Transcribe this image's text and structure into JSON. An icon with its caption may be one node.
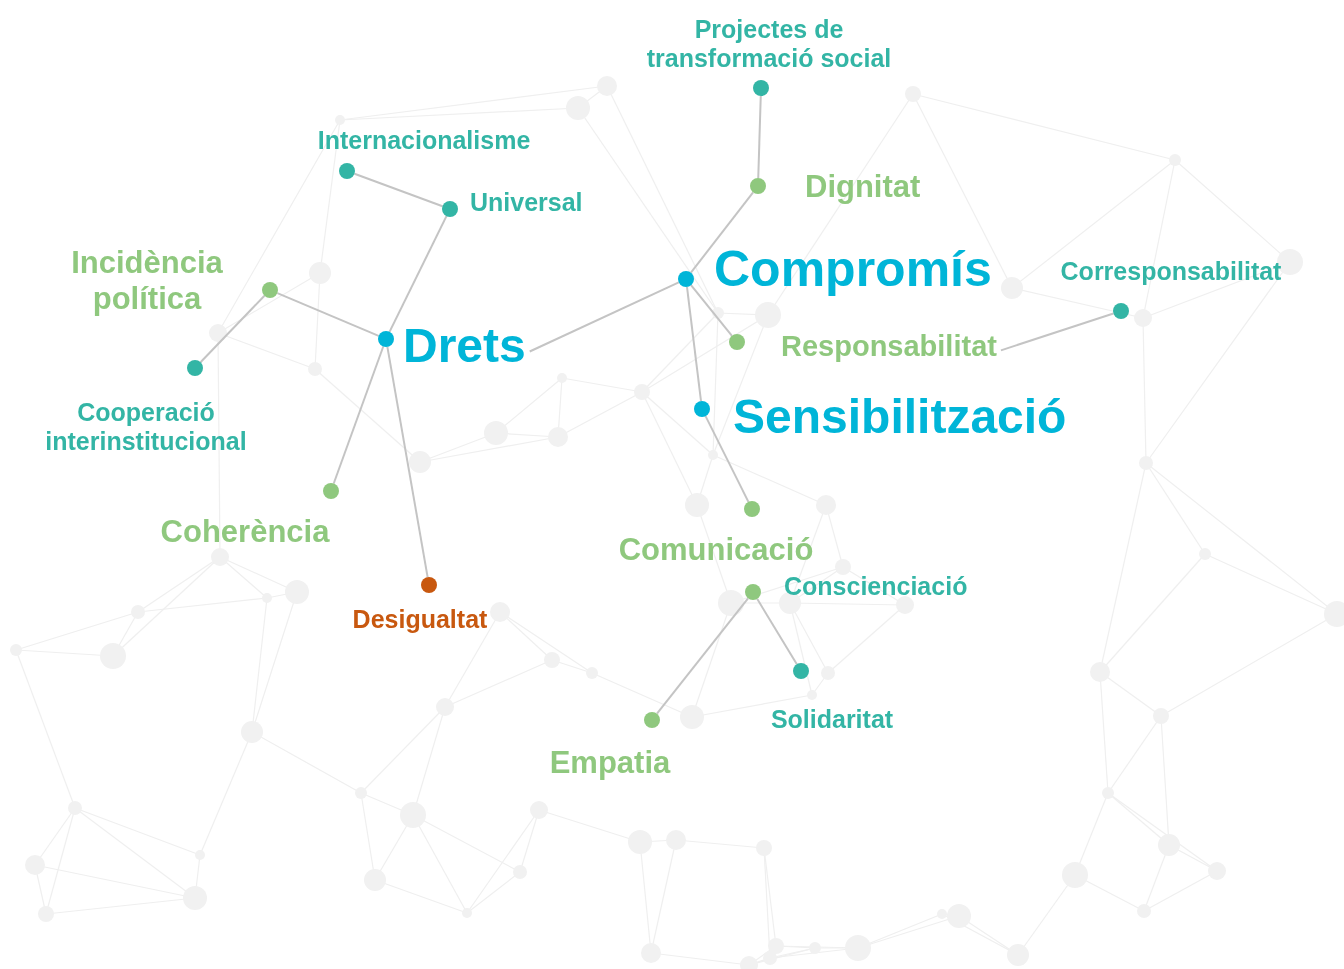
{
  "diagram": {
    "nodes": [
      {
        "text": [],
        "shape": "circle",
        "beside": [
          "Projectes de transformació social"
        ]
      },
      {
        "text": [],
        "shape": "circle",
        "beside": [
          "Internacionalisme"
        ]
      },
      {
        "text": [],
        "shape": "circle",
        "beside": [
          "Universal"
        ]
      },
      {
        "text": [],
        "shape": "circle",
        "beside": [
          "Dignitat"
        ]
      },
      {
        "text": [],
        "shape": "circle",
        "beside": [
          "Incidència política"
        ]
      },
      {
        "text": [],
        "shape": "circle",
        "beside": [
          "Compromís"
        ]
      },
      {
        "text": [],
        "shape": "circle",
        "beside": [
          "Corresponsabilitat"
        ]
      },
      {
        "text": [],
        "shape": "circle",
        "beside": [
          "Drets"
        ]
      },
      {
        "text": [],
        "shape": "circle",
        "beside": [
          "Responsabilitat"
        ]
      },
      {
        "text": [],
        "shape": "circle",
        "beside": [
          "Cooperació interinstitucional"
        ]
      },
      {
        "text": [],
        "shape": "circle",
        "beside": [
          "Sensibilització"
        ]
      },
      {
        "text": [],
        "shape": "circle",
        "beside": [
          "Coherència"
        ]
      },
      {
        "text": [],
        "shape": "circle",
        "beside": [
          "Comunicació"
        ]
      },
      {
        "text": [],
        "shape": "circle",
        "beside": [
          "Desigualtat"
        ]
      },
      {
        "text": [],
        "shape": "circle",
        "beside": [
          "Conscienciació"
        ]
      },
      {
        "text": [],
        "shape": "circle",
        "beside": [
          "Solidaritat"
        ]
      },
      {
        "text": [],
        "shape": "circle",
        "beside": [
          "Empatia"
        ]
      }
    ],
    "edges": [
      {
        "from": 0,
        "to": 3,
        "arrow": "none"
      },
      {
        "from": 1,
        "to": 2,
        "arrow": "none"
      },
      {
        "from": 2,
        "to": 7,
        "arrow": "none"
      },
      {
        "from": 4,
        "to": 7,
        "arrow": "none"
      },
      {
        "from": 4,
        "to": 9,
        "arrow": "none"
      },
      {
        "from": 7,
        "to": 5,
        "arrow": "none"
      },
      {
        "from": 3,
        "to": 5,
        "arrow": "none"
      },
      {
        "from": 5,
        "to": 8,
        "arrow": "none"
      },
      {
        "from": 5,
        "to": 10,
        "arrow": "none"
      },
      {
        "from": 8,
        "to": 6,
        "arrow": "none"
      },
      {
        "from": 7,
        "to": 11,
        "arrow": "none"
      },
      {
        "from": 7,
        "to": 13,
        "arrow": "none"
      },
      {
        "from": 10,
        "to": 12,
        "arrow": "none"
      },
      {
        "from": 14,
        "to": 16,
        "arrow": "none"
      },
      {
        "from": 14,
        "to": 15,
        "arrow": "none"
      }
    ]
  }
}
